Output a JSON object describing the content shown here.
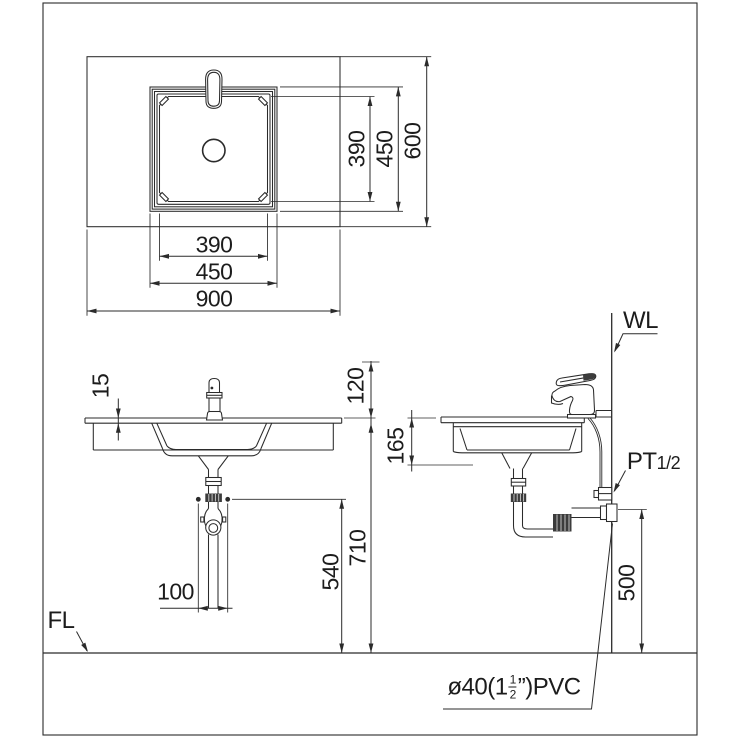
{
  "title": "washbasin installation dimension drawing",
  "colors": {
    "line": "#2b2b2b",
    "text": "#1c1c1c",
    "background": "#ffffff",
    "fitting": "#3c3c3c"
  },
  "plan": {
    "counter_width": "900",
    "counter_depth": "600",
    "sink_outer_width": "450",
    "sink_outer_depth": "450",
    "sink_inner_width": "390",
    "sink_inner_depth": "390"
  },
  "front": {
    "counter_thickness": "15",
    "faucet_height": "120",
    "counter_height": "710",
    "trap_level": "540",
    "drain_offset": "100"
  },
  "side": {
    "basin_depth": "165",
    "outlet_height": "500"
  },
  "labels": {
    "wall_line": "WL",
    "floor_line": "FL",
    "supply_thread": "PT",
    "supply_thread_size": "1/2",
    "drain_prefix": "ø40(1",
    "drain_frac_num": "1",
    "drain_frac_den": "2",
    "drain_suffix": "”)PVC"
  }
}
